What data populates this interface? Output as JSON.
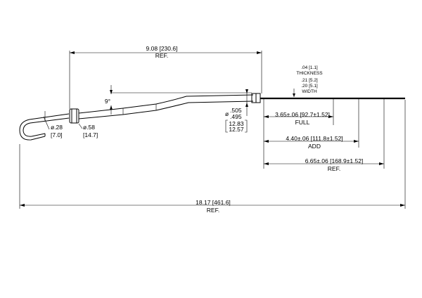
{
  "drawing": {
    "colors": {
      "line": "#000000",
      "background": "#ffffff"
    },
    "dim_handle_length": {
      "value": "9.08 [230.6]",
      "ref": "REF."
    },
    "dim_angle": {
      "value": "9°"
    },
    "dim_wire_dia": {
      "value": "ø.28",
      "metric": "[7.0]"
    },
    "dim_ferrule_dia": {
      "value": "ø.58",
      "metric": "[14.7]"
    },
    "dim_tube_dia": {
      "prefix": "ø",
      "upper": ".505",
      "lower": ".495",
      "metric_upper": "12.83",
      "metric_lower": "12.57"
    },
    "dim_blade": {
      "thickness_value": ".04 [1.1]",
      "thickness_label": "THICKNESS",
      "width_upper": ".21 [5.2]",
      "width_lower": ".20 [5.1]",
      "width_label": "WIDTH"
    },
    "dim_full": {
      "value": "3.65±.06 [92.7±1.52]",
      "label": "FULL"
    },
    "dim_add": {
      "value": "4.40±.06 [111.8±1.52]",
      "label": "ADD"
    },
    "dim_blade_ref": {
      "value": "6.65±.06 [168.9±1.52]",
      "label": "REF."
    },
    "dim_overall": {
      "value": "18.17 [461.6]",
      "label": "REF."
    }
  }
}
